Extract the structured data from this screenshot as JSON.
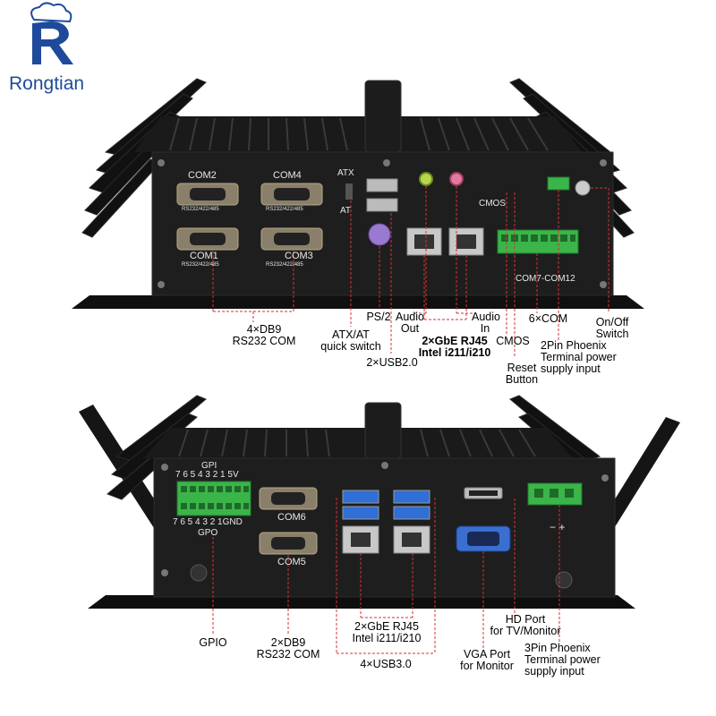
{
  "brand": {
    "name": "Rongtian",
    "color": "#1f4a9c"
  },
  "top_panel": {
    "silkscreen": {
      "com2": "COM2",
      "com4": "COM4",
      "com1": "COM1",
      "com3": "COM3",
      "rs_spec": "RS232/422/485",
      "atx": "ATX",
      "at": "AT",
      "cmos": "CMOS",
      "com7_12": "COM7-COM12"
    },
    "callouts": {
      "db9": [
        "4×DB9",
        "RS232 COM"
      ],
      "atx_switch": [
        "ATX/AT",
        "quick switch"
      ],
      "ps2": "PS/2",
      "usb2": "2×USB2.0",
      "audio_out": [
        "Audio",
        "Out"
      ],
      "audio_in": [
        "Audio",
        "In"
      ],
      "rj45": [
        "2×GbE RJ45",
        "Intel i211/i210"
      ],
      "cmos": "CMOS",
      "reset": [
        "Reset",
        "Button"
      ],
      "com6": "6×COM",
      "power_2pin": [
        "2Pin Phoenix",
        "Terminal power",
        "supply input"
      ],
      "onoff": [
        "On/Off",
        "Switch"
      ]
    }
  },
  "bottom_panel": {
    "silkscreen": {
      "gpi": "GPI",
      "gpi_pins": "7 6 5 4 3 2 1 5V",
      "gpo_pins": "7 6 5 4 3 2 1GND",
      "gpo": "GPO",
      "com6": "COM6",
      "com5": "COM5",
      "minus_plus": "− +"
    },
    "callouts": {
      "gpio": "GPIO",
      "db9": [
        "2×DB9",
        "RS232 COM"
      ],
      "rj45": [
        "2×GbE RJ45",
        "Intel i211/i210"
      ],
      "usb3": "4×USB3.0",
      "vga": [
        "VGA Port",
        "for Monitor"
      ],
      "hd": [
        "HD Port",
        "for TV/Monitor"
      ],
      "power_3pin": [
        "3Pin Phoenix",
        "Terminal power",
        "supply input"
      ]
    }
  },
  "colors": {
    "chassis": "#141414",
    "panel": "#1e1e1e",
    "callout_line": "#d93030",
    "terminal_green": "#3bb54a",
    "usb3_blue": "#2f6fd6",
    "vga_blue": "#3a6fd0"
  }
}
